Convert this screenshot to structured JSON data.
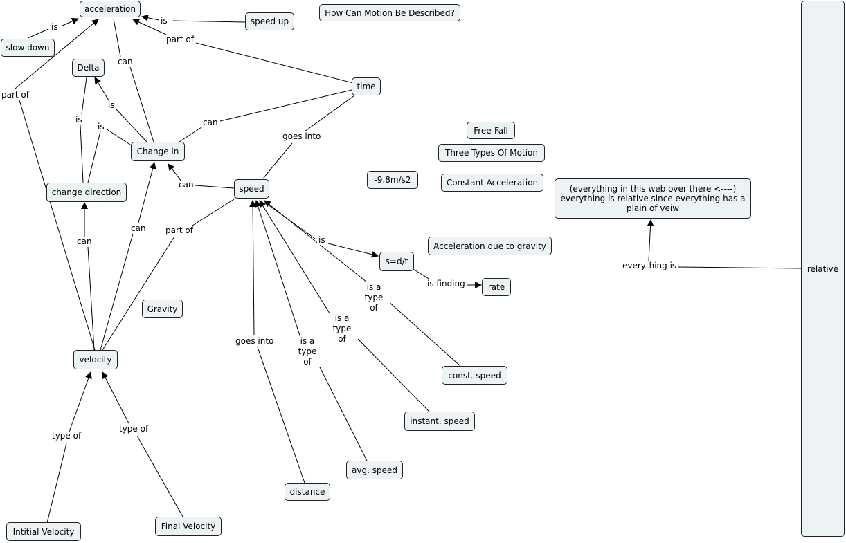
{
  "concept_map": {
    "colors": {
      "node_fill": "#edf3f5",
      "node_border": "#222222",
      "line": "#000000"
    },
    "nodes": {
      "acceleration": "acceleration",
      "speed_up": "speed up",
      "how": "How Can Motion Be Described?",
      "slow_down": "slow down",
      "delta": "Delta",
      "time": "time",
      "change_in": "Change in",
      "free_fall": "Free-Fall",
      "three_types": "Three Types Of Motion",
      "gravity_value": "-9.8m/s2",
      "constant_accel": "Constant Acceleration",
      "speed": "speed",
      "change_direction": "change direction",
      "everything_relative": "(everything in this web over there <----) everything is relative since everything has a plain of veiw",
      "accel_gravity": "Acceleration due to gravity",
      "sdt": "s=d/t",
      "rate": "rate",
      "relative": "relative",
      "gravity": "Gravity",
      "velocity": "velocity",
      "const_speed": "const. speed",
      "instant_speed": "instant. speed",
      "avg_speed": "avg. speed",
      "distance": "distance",
      "initial_velocity": "Intitial Velocity",
      "final_velocity": "Final Velocity"
    },
    "links": {
      "is_slow": "is",
      "is_speedup": "is",
      "part_of_time": "part of",
      "can_accel": "can",
      "part_of_vel": "part of",
      "is_delta1": "is",
      "is_delta2": "is",
      "is_delta3": "is",
      "can_time": "can",
      "goes_into_time": "goes into",
      "can_speed": "can",
      "can_vel_dir": "can",
      "can_vel_change": "can",
      "part_of_speed": "part of",
      "is_sdt": "is",
      "is_finding": "is finding",
      "is_a_const": "is a type of",
      "is_a_instant": "is a type of",
      "is_a_avg": "is a type of",
      "goes_into_dist": "goes into",
      "type_of_init": "type of",
      "type_of_final": "type of",
      "everything_is": "everything is"
    }
  }
}
